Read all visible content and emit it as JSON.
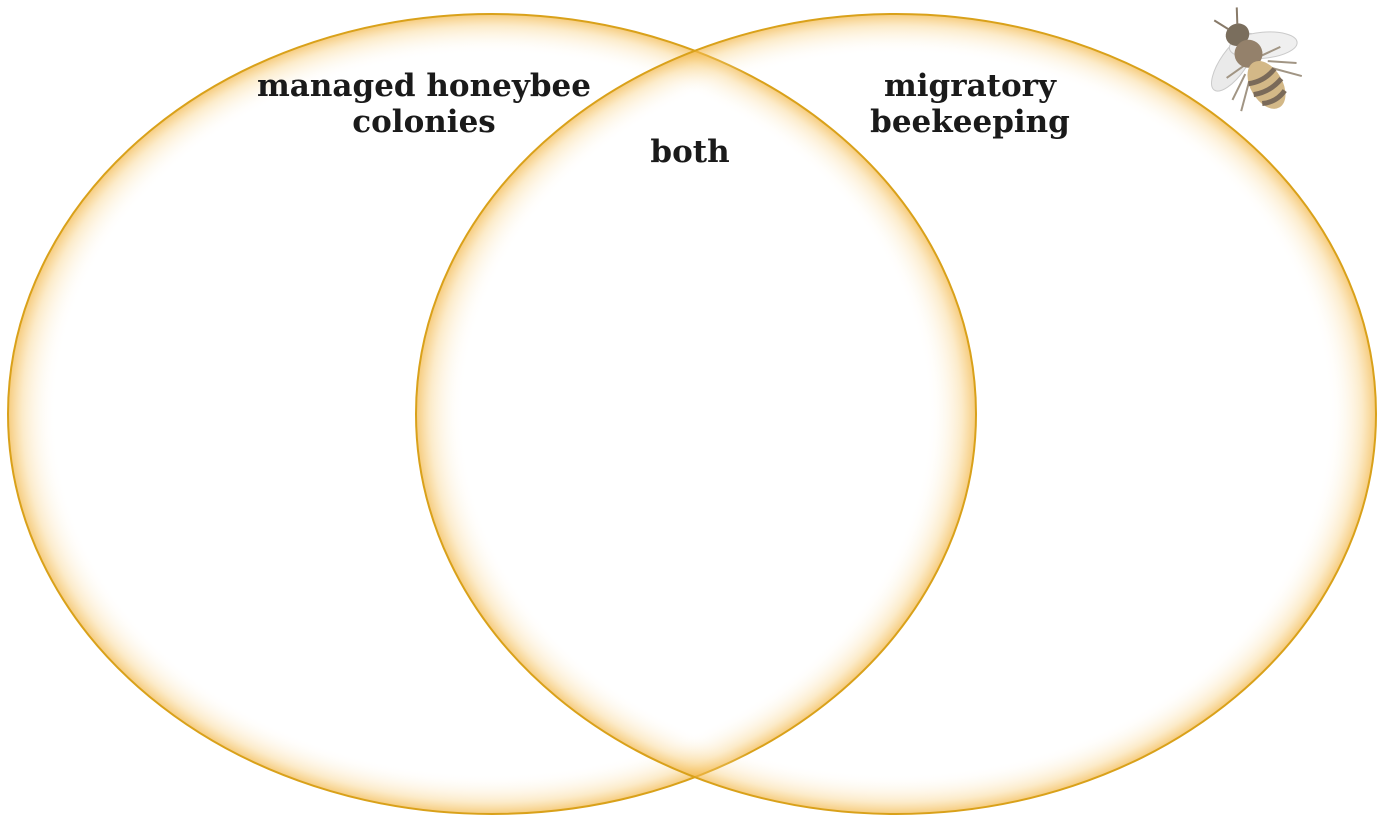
{
  "diagram": {
    "type": "venn",
    "sets": [
      {
        "id": "left",
        "label": "managed honeybee colonies"
      },
      {
        "id": "right",
        "label": "migratory beekeeping"
      }
    ],
    "intersection_label": "both",
    "decoration": "bee-icon",
    "colors": {
      "outline": "#d9a11a",
      "glow": "#f7c768",
      "background": "#ffffff",
      "text": "#1a1a1a"
    }
  }
}
